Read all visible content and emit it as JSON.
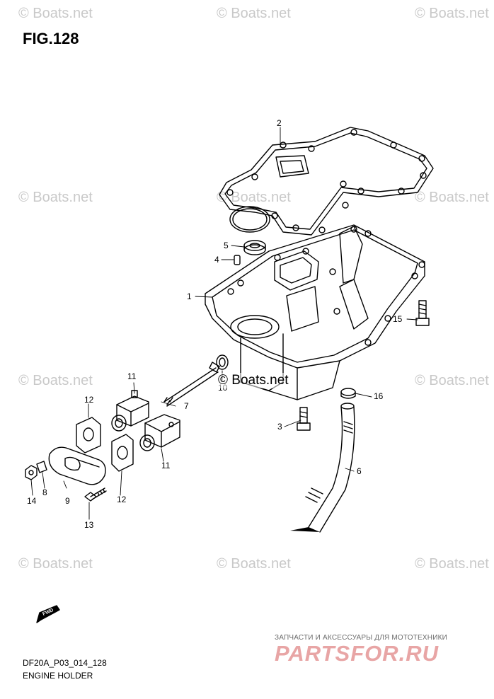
{
  "figure_title": "FIG.128",
  "watermark_text": "© Boats.net",
  "diagram_code": "DF20A_P03_014_128",
  "diagram_name": "ENGINE HOLDER",
  "fwd_label": "FWD",
  "brand_tagline": "ЗАПЧАСТИ И АКСЕССУАРЫ ДЛЯ МОТОТЕХНИКИ",
  "brand_logo": "PARTSFOR.RU",
  "callouts": [
    {
      "ref": "callout-1",
      "label": "1"
    },
    {
      "ref": "callout-2",
      "label": "2"
    },
    {
      "ref": "callout-3",
      "label": "3"
    },
    {
      "ref": "callout-4",
      "label": "4"
    },
    {
      "ref": "callout-5",
      "label": "5"
    },
    {
      "ref": "callout-6",
      "label": "6"
    },
    {
      "ref": "callout-7",
      "label": "7"
    },
    {
      "ref": "callout-8",
      "label": "8"
    },
    {
      "ref": "callout-9",
      "label": "9"
    },
    {
      "ref": "callout-10",
      "label": "10"
    },
    {
      "ref": "callout-11a",
      "label": "11"
    },
    {
      "ref": "callout-11b",
      "label": "11"
    },
    {
      "ref": "callout-12a",
      "label": "12"
    },
    {
      "ref": "callout-12b",
      "label": "12"
    },
    {
      "ref": "callout-13",
      "label": "13"
    },
    {
      "ref": "callout-14",
      "label": "14"
    },
    {
      "ref": "callout-15",
      "label": "15"
    },
    {
      "ref": "callout-16",
      "label": "16"
    }
  ],
  "colors": {
    "line": "#000000",
    "watermark": "#c9c9c9",
    "brand_red": "#e8a5a5",
    "background": "#ffffff"
  }
}
